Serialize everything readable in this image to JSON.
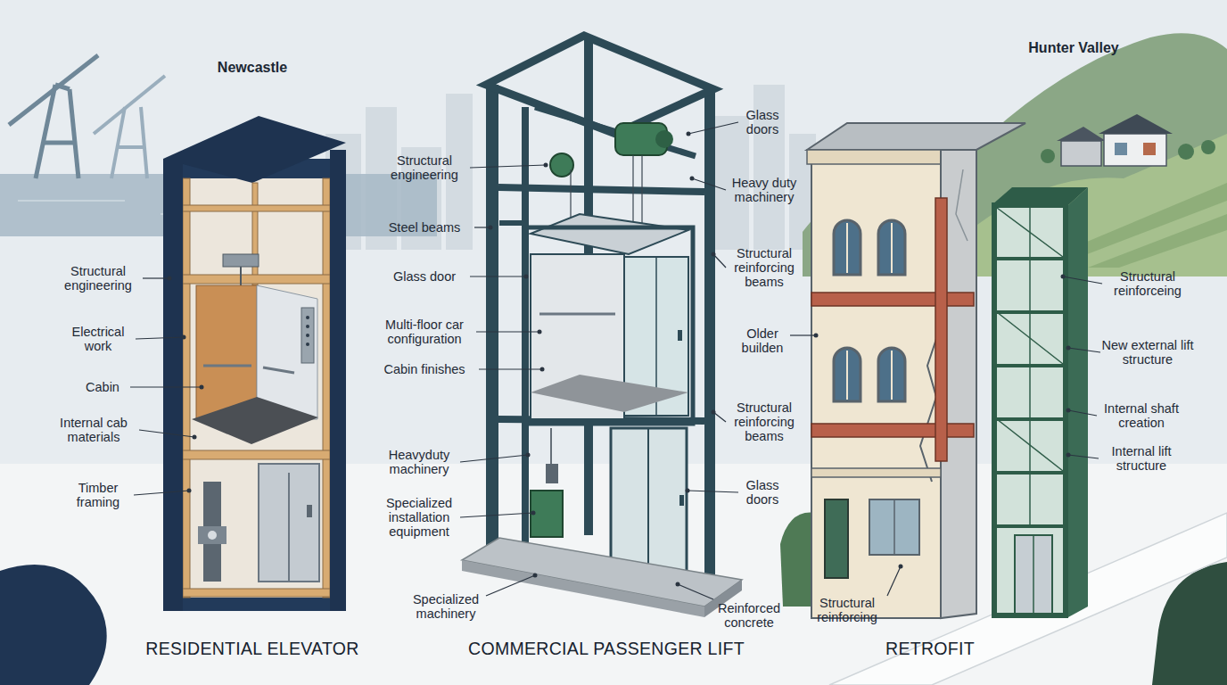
{
  "diagram": {
    "labels": [
      "Newcastle",
      "Hunter Valley",
      "Structural engineering",
      "Electrical work",
      "Cabin",
      "Internal cab materials",
      "Timber framing",
      "Structural engineering",
      "Steel beams",
      "Glass door",
      "Multi-floor car configuration",
      "Cabin finishes",
      "Heavyduty machinery",
      "Specialized installation equipment",
      "Specialized machinery",
      "Glass doors",
      "Heavy duty machinery",
      "Structural reinforcing beams",
      "Older builden",
      "Structural reinforcing beams",
      "Glass doors",
      "Reinforced concrete",
      "Structural reinforceing",
      "New external lift structure",
      "Internal shaft creation",
      "Internal lift structure",
      "Structural reinforcing",
      "RESIDENTIAL ELEVATOR",
      "COMMERCIAL PASSENGER LIFT",
      "RETROFIT"
    ]
  }
}
